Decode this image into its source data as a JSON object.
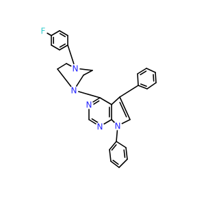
{
  "molecule": {
    "atoms": {
      "fluorine": {
        "symbol": "F",
        "color": "#33cccc"
      },
      "piperazine_n_top": {
        "symbol": "N",
        "color": "#2222ff"
      },
      "piperazine_n_bottom": {
        "symbol": "N",
        "color": "#2222ff"
      },
      "pyrimidine_n3": {
        "symbol": "N",
        "color": "#2222ff"
      },
      "pyrimidine_n1": {
        "symbol": "N",
        "color": "#2222ff"
      },
      "pyrrole_n7": {
        "symbol": "N",
        "color": "#2222ff"
      }
    },
    "bond_color": "#000000"
  }
}
